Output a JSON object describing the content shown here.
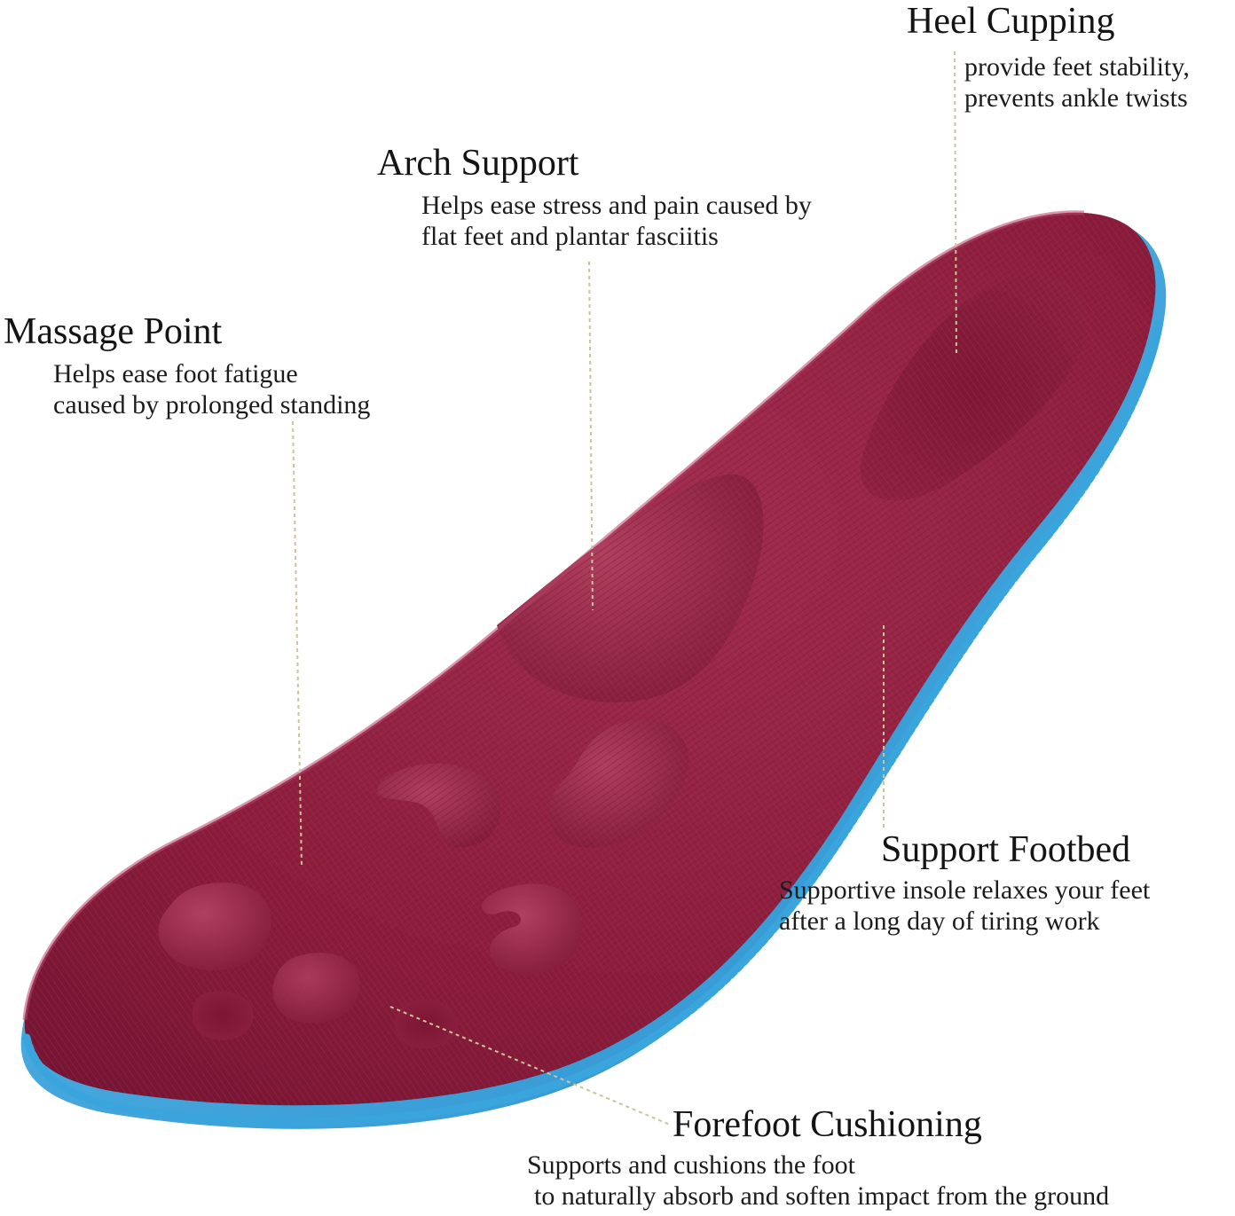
{
  "colors": {
    "insole_top": "#8c1d3c",
    "insole_highlight": "#a83556",
    "insole_shadow": "#6a1029",
    "foam_edge": "#3aa5dd",
    "leader_line": "#c9c49a",
    "text": "#1a1a1a"
  },
  "callouts": {
    "heel": {
      "title": "Heel Cupping",
      "line1": "provide feet stability,",
      "line2": "prevents ankle twists"
    },
    "arch": {
      "title": "Arch Support",
      "line1": "Helps ease stress and pain caused by",
      "line2": "flat feet and plantar fasciitis"
    },
    "massage": {
      "title": "Massage Point",
      "line1": "Helps ease foot fatigue",
      "line2": "caused by prolonged standing"
    },
    "footbed": {
      "title": "Support Footbed",
      "line1": "Supportive insole relaxes your feet",
      "line2": "after a long day of tiring work"
    },
    "forefoot": {
      "title": "Forefoot Cushioning",
      "line1": "Supports and cushions the foot",
      "line2": "to naturally absorb and soften impact from the ground"
    }
  }
}
